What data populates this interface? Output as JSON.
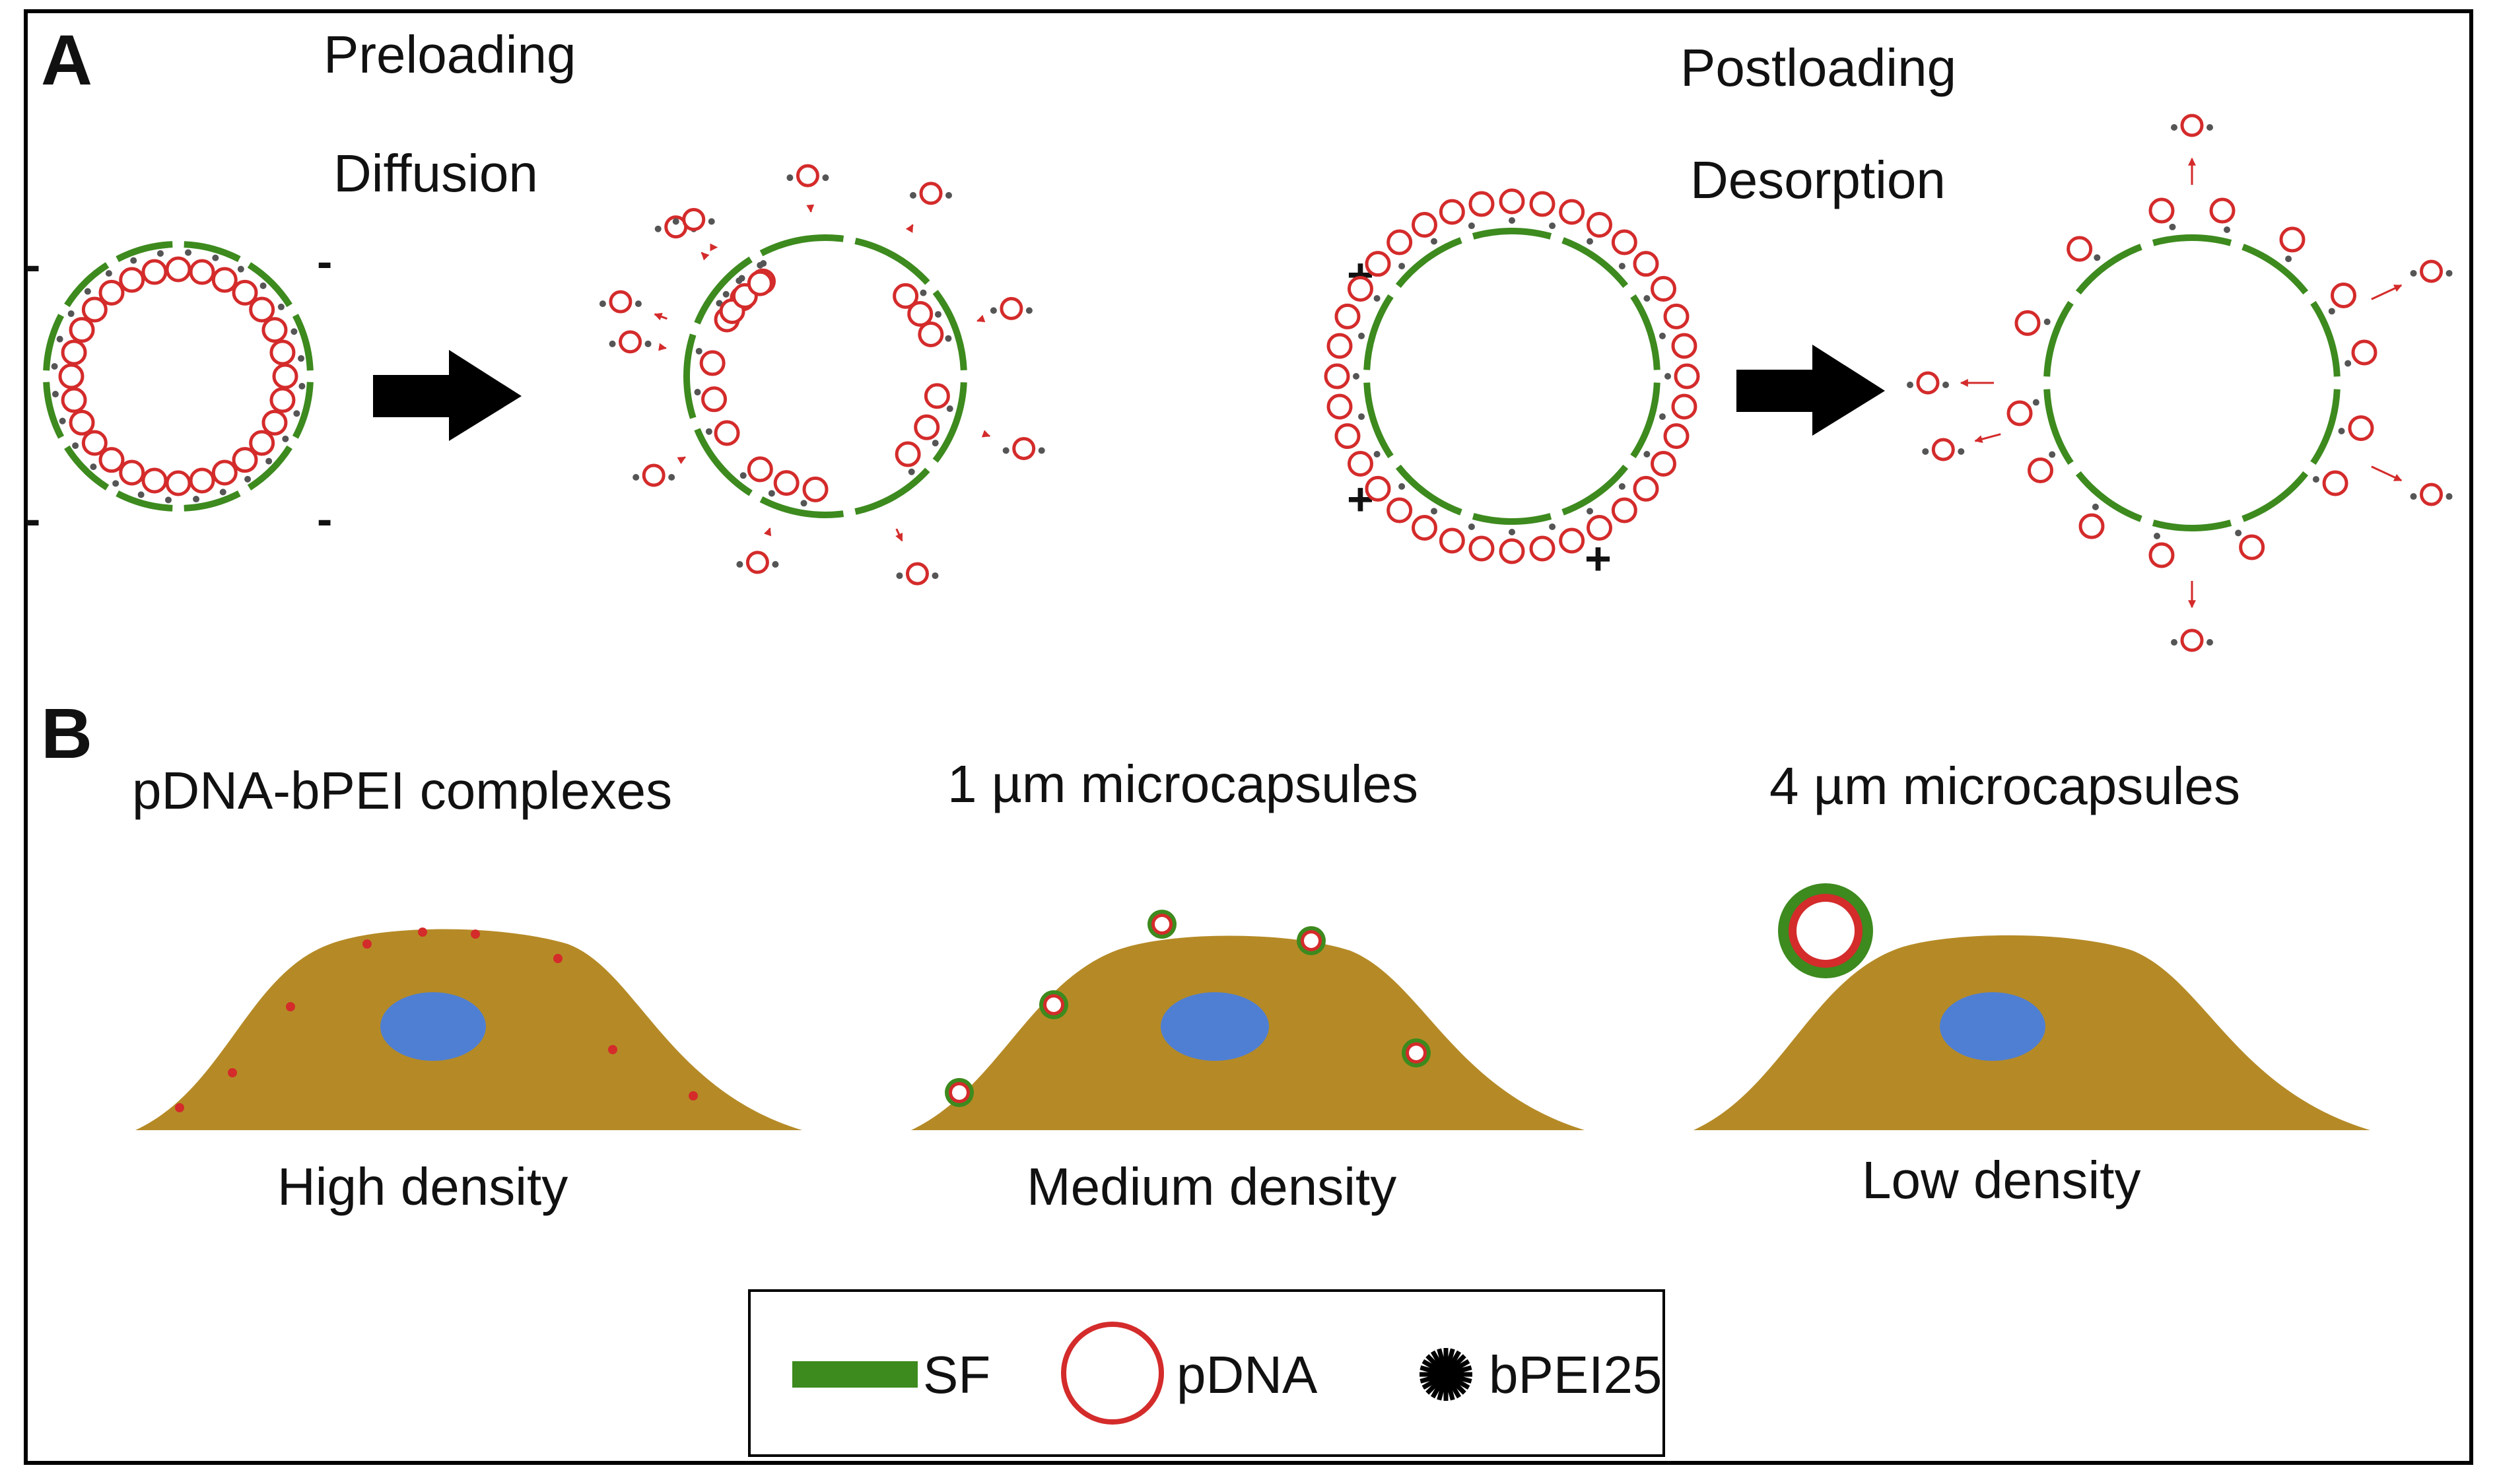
{
  "panel_a": {
    "letter": "A",
    "preloading": "Preloading",
    "diffusion": "Diffusion",
    "postloading": "Postloading",
    "desorption": "Desorption",
    "neg_sign": "-",
    "pos_sign": "+"
  },
  "panel_b": {
    "letter": "B",
    "titles": [
      "pDNA-bPEI complexes",
      "1 µm microcapsules",
      "4 µm microcapsules"
    ],
    "densities": [
      "High density",
      "Medium density",
      "Low density"
    ]
  },
  "legend": {
    "sf": "SF",
    "pdna": "pDNA",
    "bpei": "bPEI25"
  },
  "colors": {
    "sf_green": "#3d8a1e",
    "pdna_red": "#d42b2b",
    "bpei_dot": "#555555",
    "cell": "#b58a26",
    "nucleus": "#4f7fd3",
    "arrow": "#000000"
  }
}
